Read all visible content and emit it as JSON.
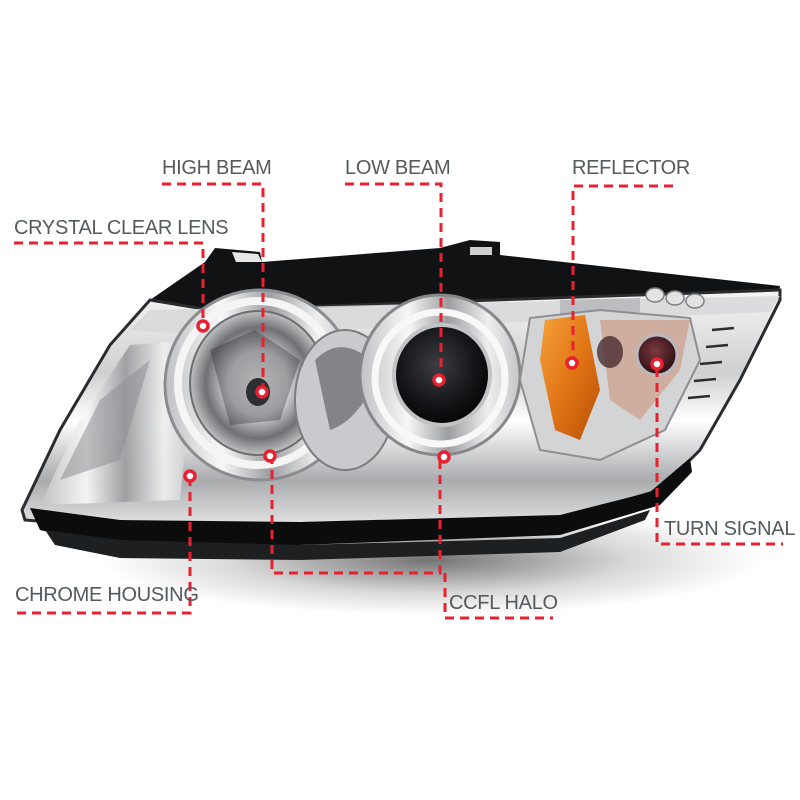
{
  "diagram": {
    "subject": "Projector headlight (chrome housing, amber reflector)",
    "accent_color": "#e8202f",
    "label_color": "#555a5e",
    "callouts": [
      {
        "id": "high-beam",
        "label": "HIGH BEAM"
      },
      {
        "id": "low-beam",
        "label": "LOW BEAM"
      },
      {
        "id": "reflector",
        "label": "REFLECTOR"
      },
      {
        "id": "crystal-clear-lens",
        "label": "CRYSTAL CLEAR LENS"
      },
      {
        "id": "turn-signal",
        "label": "TURN SIGNAL"
      },
      {
        "id": "chrome-housing",
        "label": "CHROME HOUSING"
      },
      {
        "id": "ccfl-halo",
        "label": "CCFL HALO"
      }
    ]
  }
}
